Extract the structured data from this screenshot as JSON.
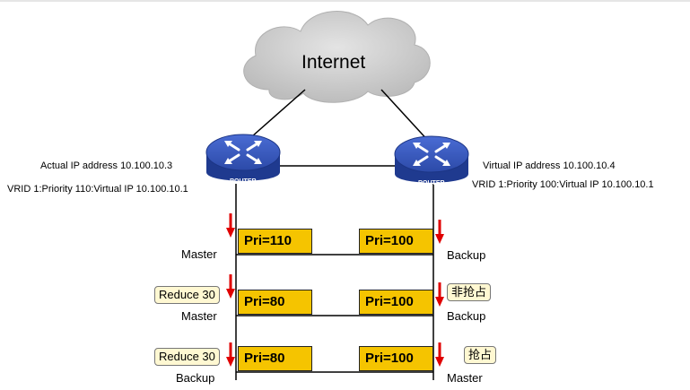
{
  "cloud": {
    "label": "Internet"
  },
  "routers": {
    "left": {
      "icon_label": "ROUTER",
      "ip_text": "Actual IP address 10.100.10.3",
      "vrid_text": "VRID 1:Priority 110:Virtual IP  10.100.10.1"
    },
    "right": {
      "icon_label": "ROUTER",
      "ip_text": "Virtual IP address 10.100.10.4",
      "vrid_text": "VRID 1:Priority 100:Virtual IP  10.100.10.1"
    }
  },
  "rows": [
    {
      "left_priority": "Pri=110",
      "right_priority": "Pri=100",
      "left_role": "Master",
      "right_role": "Backup",
      "left_tag": "",
      "right_tag": ""
    },
    {
      "left_priority": "Pri=80",
      "right_priority": "Pri=100",
      "left_role": "Master",
      "right_role": "Backup",
      "left_tag": "Reduce 30",
      "right_tag": "非抢占"
    },
    {
      "left_priority": "Pri=80",
      "right_priority": "Pri=100",
      "left_role": "Backup",
      "right_role": "Master",
      "left_tag": "Reduce 30",
      "right_tag": "抢占"
    }
  ],
  "colors": {
    "priority_box": "#f5c400",
    "arrow": "#e00000",
    "router_blue": "#2c4aa8",
    "cloud": "#cfcfcf",
    "tag_fill": "#fff8d2"
  }
}
